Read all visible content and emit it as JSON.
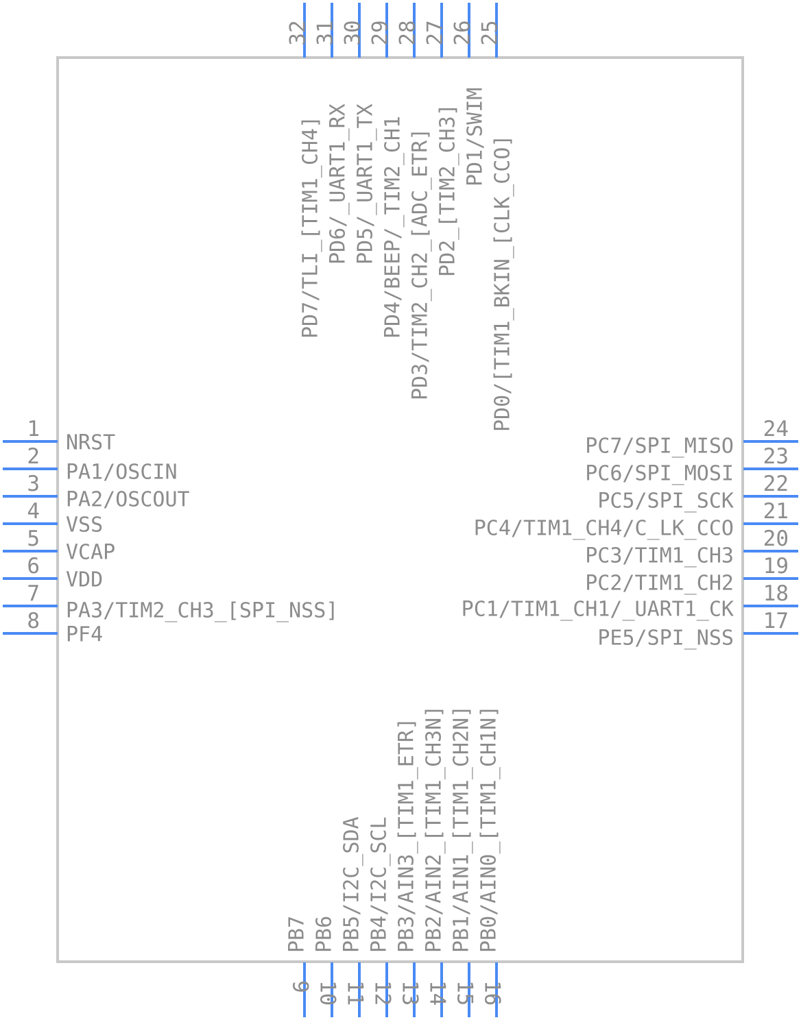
{
  "component": {
    "left_pins": [
      {
        "num": "1",
        "label": "NRST"
      },
      {
        "num": "2",
        "label": "PA1/OSCIN"
      },
      {
        "num": "3",
        "label": "PA2/OSCOUT"
      },
      {
        "num": "4",
        "label": "VSS"
      },
      {
        "num": "5",
        "label": "VCAP"
      },
      {
        "num": "6",
        "label": "VDD"
      },
      {
        "num": "7",
        "label": "PA3/TIM2_CH3_[SPI_NSS]"
      },
      {
        "num": "8",
        "label": "PF4"
      }
    ],
    "right_pins": [
      {
        "num": "24",
        "label": "PC7/SPI_MISO"
      },
      {
        "num": "23",
        "label": "PC6/SPI_MOSI"
      },
      {
        "num": "22",
        "label": "PC5/SPI_SCK"
      },
      {
        "num": "21",
        "label": "PC4/TIM1_CH4/C_LK_CCO"
      },
      {
        "num": "20",
        "label": "PC3/TIM1_CH3"
      },
      {
        "num": "19",
        "label": "PC2/TIM1_CH2"
      },
      {
        "num": "18",
        "label": "PC1/TIM1_CH1/_UART1_CK"
      },
      {
        "num": "17",
        "label": "PE5/SPI_NSS"
      }
    ],
    "top_pins": [
      {
        "num": "32",
        "label": "PD7/TLI_[TIM1_CH4]"
      },
      {
        "num": "31",
        "label": "PD6/_UART1_RX"
      },
      {
        "num": "30",
        "label": "PD5/_UART1_TX"
      },
      {
        "num": "29",
        "label": "PD4/BEEP/_TIM2_CH1"
      },
      {
        "num": "28",
        "label": "PD3/TIM2_CH2_[ADC_ETR]"
      },
      {
        "num": "27",
        "label": "PD2_[TIM2_CH3]"
      },
      {
        "num": "26",
        "label": "PD1/SWIM"
      },
      {
        "num": "25",
        "label": "PD0/[TIM1_BKIN_[CLK_CCO]"
      }
    ],
    "bottom_pins": [
      {
        "num": "9",
        "label": "PB7"
      },
      {
        "num": "10",
        "label": "PB6"
      },
      {
        "num": "11",
        "label": "PB5/I2C_SDA"
      },
      {
        "num": "12",
        "label": "PB4/I2C_SCL"
      },
      {
        "num": "13",
        "label": "PB3/AIN3_[TIM1_ETR]"
      },
      {
        "num": "14",
        "label": "PB2/AIN2_[TIM1_CH3N]"
      },
      {
        "num": "15",
        "label": "PB1/AIN1_[TIM1_CH2N]"
      },
      {
        "num": "16",
        "label": "PB0/AIN0_[TIM1_CH1N]"
      }
    ]
  },
  "colors": {
    "pin": "#4a8af4",
    "outline": "#c8c8c8",
    "text": "#8c8c8c"
  }
}
